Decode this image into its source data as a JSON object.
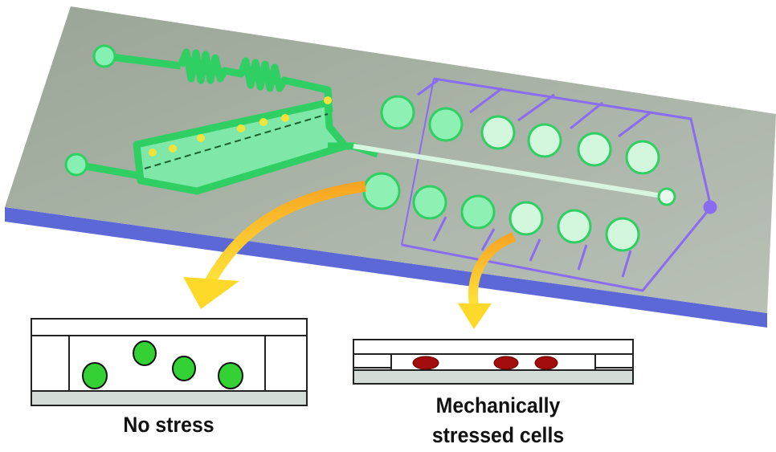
{
  "labels": {
    "no_stress": "No stress",
    "stressed_line1": "Mechanically",
    "stressed_line2": "stressed cells"
  },
  "colors": {
    "chip_surface": "#a9b3a6",
    "chip_edge": "#5a67d8",
    "channel": "#3fe07a",
    "cell_green": "#33d133",
    "cell_red": "#a30d0d",
    "pneumatic": "#8a6cf0",
    "arrow": "#f5c518"
  }
}
